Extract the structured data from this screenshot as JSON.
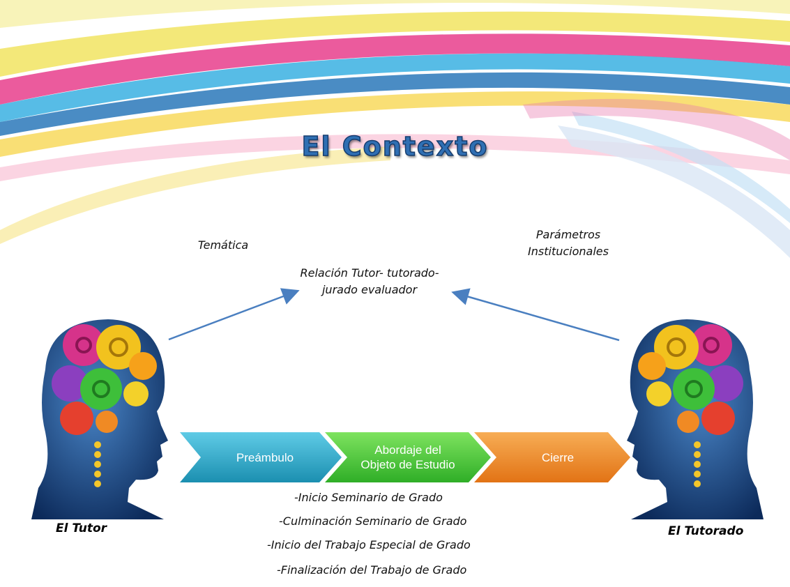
{
  "title": "El Contexto",
  "labels": {
    "tematica": "Temática",
    "parametros_line1": "Parámetros",
    "parametros_line2": "Institucionales",
    "relacion_line1": "Relación Tutor- tutorado-",
    "relacion_line2": "jurado evaluador"
  },
  "people": {
    "tutor": "El Tutor",
    "tutorado": "El Tutorado"
  },
  "process_steps": [
    {
      "label_line1": "Preámbulo",
      "label_line2": "",
      "color": "#2aa8c8"
    },
    {
      "label_line1": "Abordaje del",
      "label_line2": "Objeto de Estudio",
      "color": "#44c83a"
    },
    {
      "label_line1": "Cierre",
      "label_line2": "",
      "color": "#f08a24"
    }
  ],
  "milestones": [
    "-Inicio Seminario de Grado",
    "-Culminación Seminario de Grado",
    "-Inicio del Trabajo Especial de Grado",
    "-Finalización del Trabajo de Grado"
  ],
  "colors": {
    "arrow": "#4a7fc0",
    "head": "#1e4a8a",
    "title": "#2f6fb3"
  }
}
